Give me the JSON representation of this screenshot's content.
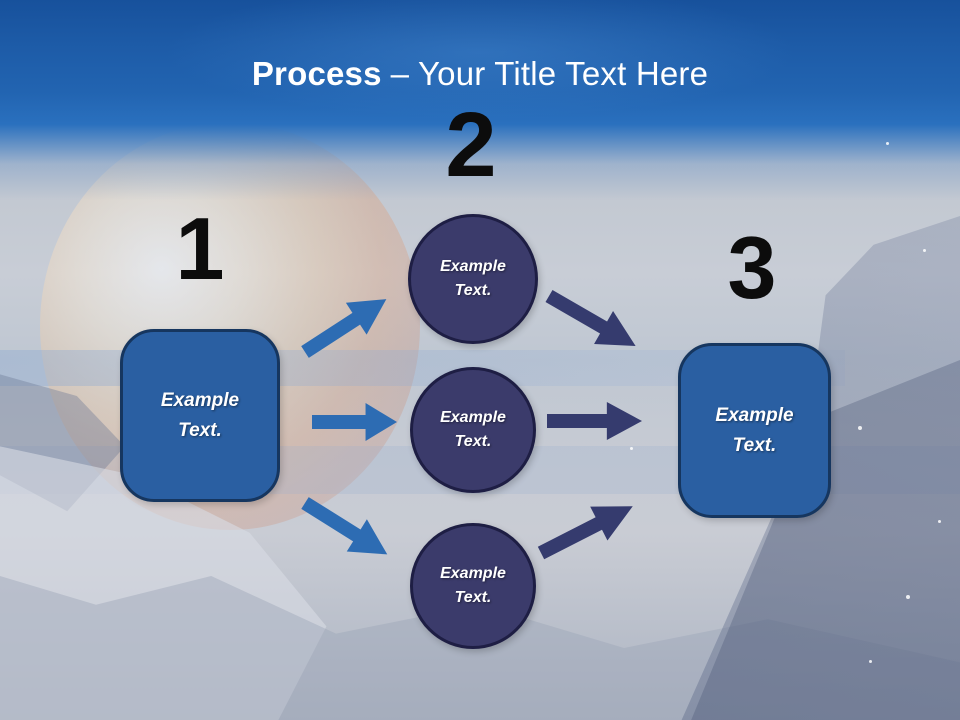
{
  "title": {
    "emphasis": "Process",
    "rest": "– Your Title Text Here"
  },
  "steps": {
    "one": {
      "number": "1",
      "label": "Example Text."
    },
    "two": {
      "number": "2",
      "circles": [
        {
          "label": "Example Text."
        },
        {
          "label": "Example Text."
        },
        {
          "label": "Example Text."
        }
      ]
    },
    "three": {
      "number": "3",
      "label": "Example Text."
    }
  },
  "colors": {
    "header_blue": "#2264b1",
    "title_text": "#ffffff",
    "step_number": "#0c0c0c",
    "box_fill": "#2a5fa2",
    "box_border": "#16365f",
    "circle_fill": "#3b3b6b",
    "circle_border": "#1e1e44",
    "arrow_blue": "#2d6cb3",
    "arrow_navy": "#353b6e",
    "label_text": "#ffffff"
  }
}
